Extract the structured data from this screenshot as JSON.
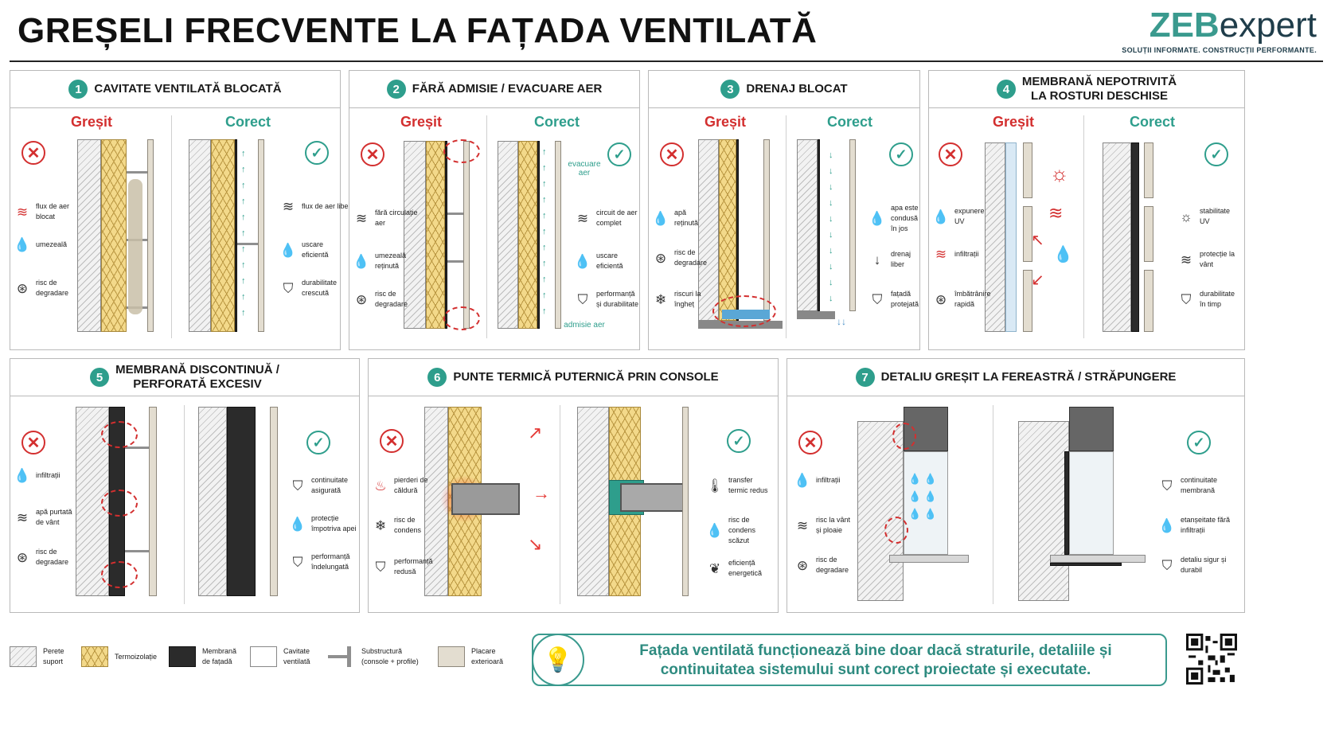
{
  "header": {
    "title": "GREȘELI FRECVENTE LA FAȚADA VENTILATĂ",
    "brand_part1": "ZEB",
    "brand_part2": "expert",
    "brand_tagline": "SOLUȚII INFORMATE. CONSTRUCȚII PERFORMANTE."
  },
  "labels": {
    "wrong": "Greșit",
    "correct": "Corect"
  },
  "colors": {
    "accent": "#2e9e8c",
    "error": "#d32f2f",
    "insulation": "#f3d98a",
    "membrane": "#2b2b2b",
    "cladding": "#e3ddd0"
  },
  "panels": [
    {
      "number": "1",
      "title": "CAVITATE VENTILATĂ BLOCATĂ",
      "wrong_items": [
        {
          "icon": "airflow-icon",
          "text": "flux de aer blocat"
        },
        {
          "icon": "drop-icon",
          "text": "umezeală"
        },
        {
          "icon": "degradation-icon",
          "text": "risc de degradare"
        }
      ],
      "correct_items": [
        {
          "icon": "airflow-icon",
          "text": "flux de aer liber"
        },
        {
          "icon": "drop-icon",
          "text": "uscare eficientă"
        },
        {
          "icon": "shield-icon",
          "text": "durabilitate crescută"
        }
      ]
    },
    {
      "number": "2",
      "title": "FĂRĂ ADMISIE / EVACUARE AER",
      "wrong_items": [
        {
          "icon": "airflow-icon",
          "text": "fără circulație aer"
        },
        {
          "icon": "drop-icon",
          "text": "umezeală reținută"
        },
        {
          "icon": "degradation-icon",
          "text": "risc de degradare"
        }
      ],
      "correct_items": [
        {
          "icon": "airflow-icon",
          "text": "circuit de aer complet"
        },
        {
          "icon": "drop-icon",
          "text": "uscare eficientă"
        },
        {
          "icon": "shield-icon",
          "text": "performanță și durabilitate"
        }
      ],
      "annotations": {
        "top": "evacuare aer",
        "bottom": "admisie aer"
      }
    },
    {
      "number": "3",
      "title": "DRENAJ BLOCAT",
      "wrong_items": [
        {
          "icon": "drop-icon",
          "text": "apă reținută"
        },
        {
          "icon": "degradation-icon",
          "text": "risc de degradare"
        },
        {
          "icon": "snowflake-icon",
          "text": "riscuri la îngheț"
        }
      ],
      "correct_items": [
        {
          "icon": "drop-icon",
          "text": "apa este condusă în jos"
        },
        {
          "icon": "arrow-down-icon",
          "text": "drenaj liber"
        },
        {
          "icon": "shield-icon",
          "text": "fațadă protejată"
        }
      ]
    },
    {
      "number": "4",
      "title": "MEMBRANĂ NEPOTRIVITĂ LA ROSTURI DESCHISE",
      "title_line1": "MEMBRANĂ NEPOTRIVITĂ",
      "title_line2": "LA ROSTURI DESCHISE",
      "wrong_items": [
        {
          "icon": "drop-icon",
          "text": "expunere UV"
        },
        {
          "icon": "airflow-icon",
          "text": "infiltrații"
        },
        {
          "icon": "degradation-icon",
          "text": "îmbătrânire rapidă"
        }
      ],
      "correct_items": [
        {
          "icon": "sun-icon",
          "text": "stabilitate UV"
        },
        {
          "icon": "wind-icon",
          "text": "protecție la vânt"
        },
        {
          "icon": "shield-icon",
          "text": "durabilitate în timp"
        }
      ]
    },
    {
      "number": "5",
      "title": "MEMBRANĂ DISCONTINUĂ / PERFORATĂ EXCESIV",
      "title_line1": "MEMBRANĂ DISCONTINUĂ /",
      "title_line2": "PERFORATĂ EXCESIV",
      "wrong_items": [
        {
          "icon": "drop-icon",
          "text": "infiltrații"
        },
        {
          "icon": "wind-icon",
          "text": "apă purtată de vânt"
        },
        {
          "icon": "degradation-icon",
          "text": "risc de degradare"
        }
      ],
      "correct_items": [
        {
          "icon": "shield-icon",
          "text": "continuitate asigurată"
        },
        {
          "icon": "drop-icon",
          "text": "protecție împotriva apei"
        },
        {
          "icon": "shield-icon",
          "text": "performanță îndelungată"
        }
      ]
    },
    {
      "number": "6",
      "title": "PUNTE TERMICĂ PUTERNICĂ PRIN CONSOLE",
      "wrong_items": [
        {
          "icon": "heat-icon",
          "text": "pierderi de căldură"
        },
        {
          "icon": "snowflake-icon",
          "text": "risc de condens"
        },
        {
          "icon": "shield-icon",
          "text": "performanță redusă"
        }
      ],
      "correct_items": [
        {
          "icon": "thermometer-icon",
          "text": "transfer termic redus"
        },
        {
          "icon": "drop-icon",
          "text": "risc de condens scăzut"
        },
        {
          "icon": "leaf-icon",
          "text": "eficiență energetică"
        }
      ]
    },
    {
      "number": "7",
      "title": "DETALIU GREȘIT LA FEREASTRĂ / STRĂPUNGERE",
      "wrong_items": [
        {
          "icon": "drop-icon",
          "text": "infiltrații"
        },
        {
          "icon": "wind-icon",
          "text": "risc la vânt și ploaie"
        },
        {
          "icon": "degradation-icon",
          "text": "risc de degradare"
        }
      ],
      "correct_items": [
        {
          "icon": "shield-icon",
          "text": "continuitate membrană"
        },
        {
          "icon": "drop-icon",
          "text": "etanșeitate fără infiltrații"
        },
        {
          "icon": "shield-icon",
          "text": "detaliu sigur și durabil"
        }
      ]
    }
  ],
  "legend": [
    {
      "key": "wall",
      "text": "Perete suport"
    },
    {
      "key": "insulation",
      "text": "Termoizolație"
    },
    {
      "key": "membrane",
      "text": "Membrană de fațadă"
    },
    {
      "key": "cavity",
      "text": "Cavitate ventilată"
    },
    {
      "key": "substructure",
      "text": "Substructură (console + profile)"
    },
    {
      "key": "cladding",
      "text": "Placare exterioară"
    }
  ],
  "message": {
    "icon": "lightbulb-icon",
    "text": "Fațada ventilată funcționează bine doar dacă straturile, detaliile și continuitatea sistemului sunt corect proiectate și executate."
  }
}
